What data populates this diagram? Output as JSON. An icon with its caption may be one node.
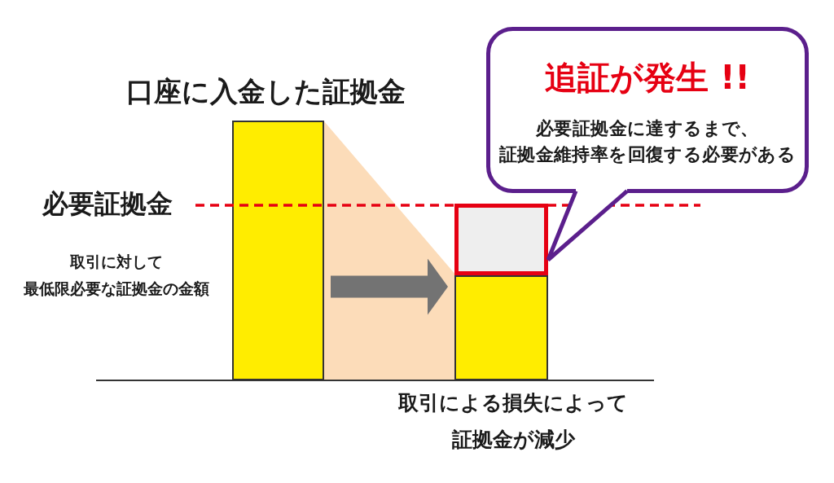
{
  "diagram": {
    "nodes": [
      {
        "text": [],
        "shape": "bar",
        "beside": [
          "口座に入金した証拠金"
        ]
      },
      {
        "text": [],
        "shape": "bar",
        "beside": [
          "取引による損失によって証拠金が減少"
        ]
      },
      {
        "text": [],
        "shape": "box"
      },
      {
        "text": [
          "追証が発生 !!",
          "必要証拠金に達するまで、証拠金維持率を回復する必要がある"
        ]
      }
    ],
    "edges": [
      {
        "from": 0,
        "to": 1,
        "arrow": "to",
        "style": "thick",
        "color": "#737373"
      },
      {
        "from": 3,
        "to": 2,
        "arrow": "none",
        "color": "#5b1f8c"
      }
    ],
    "labels": [
      "必要証拠金",
      "取引に対して最低限必要な証拠金の金額"
    ]
  }
}
